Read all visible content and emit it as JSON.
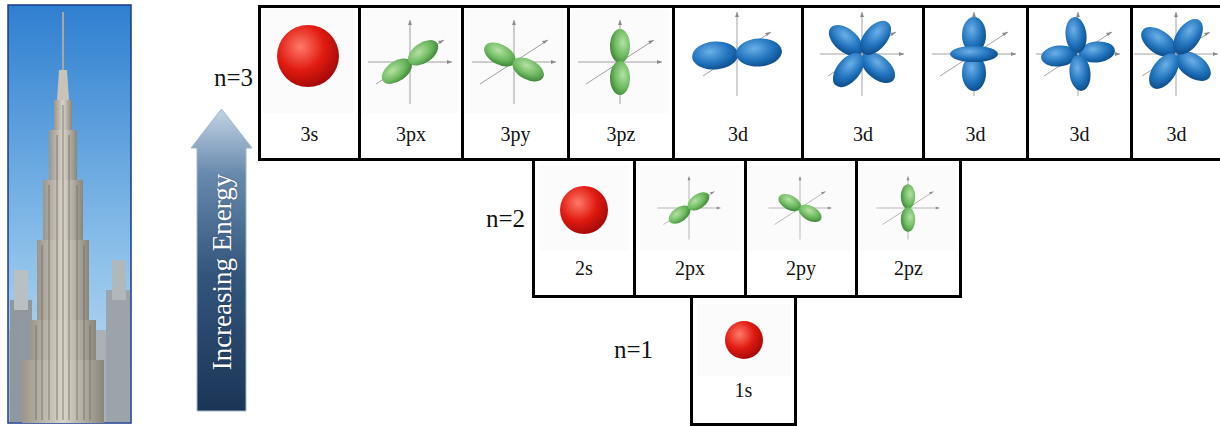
{
  "diagram": {
    "nodes": [
      {
        "text": [
          "Increasing Energy"
        ]
      },
      {
        "text": [
          "n=3"
        ]
      },
      {
        "text": [
          "3s"
        ],
        "in": 1
      },
      {
        "text": [
          "3px"
        ],
        "in": 1
      },
      {
        "text": [
          "3py"
        ],
        "in": 1
      },
      {
        "text": [
          "3pz"
        ],
        "in": 1
      },
      {
        "text": [
          "3d"
        ],
        "in": 1
      },
      {
        "text": [
          "3d"
        ],
        "in": 1
      },
      {
        "text": [
          "3d"
        ],
        "in": 1
      },
      {
        "text": [
          "3d"
        ],
        "in": 1
      },
      {
        "text": [
          "3d"
        ],
        "in": 1
      },
      {
        "text": [
          "n=2"
        ]
      },
      {
        "text": [
          "2s"
        ],
        "in": 11
      },
      {
        "text": [
          "2px"
        ],
        "in": 11
      },
      {
        "text": [
          "2py"
        ],
        "in": 11
      },
      {
        "text": [
          "2pz"
        ],
        "in": 11
      },
      {
        "text": [
          "n=1"
        ]
      },
      {
        "text": [
          "1s"
        ],
        "in": 16
      }
    ]
  }
}
